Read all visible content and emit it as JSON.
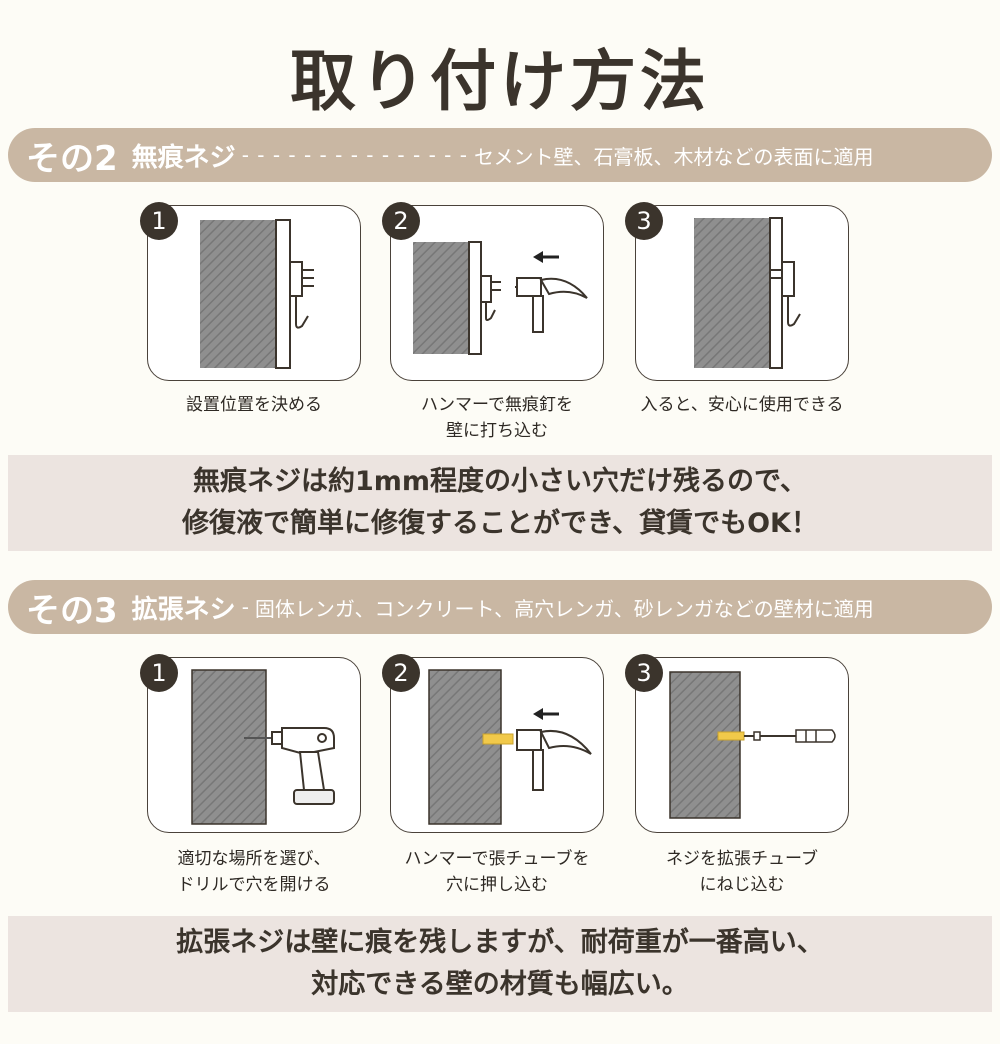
{
  "title": "取り付け方法",
  "section2": {
    "number": "その2",
    "name": "無痕ネジ",
    "separator": "- - - - - - - - - - - - - - -",
    "description": "セメント壁、石膏板、木材などの表面に適用",
    "steps": [
      {
        "badge": "1",
        "caption": "設置位置を決める",
        "caption2": ""
      },
      {
        "badge": "2",
        "caption": "ハンマーで無痕釘を",
        "caption2": "壁に打ち込む"
      },
      {
        "badge": "3",
        "caption": "入ると、安心に使用できる",
        "caption2": ""
      }
    ],
    "note_line1": "無痕ネジは約1mm程度の小さい穴だけ残るので、",
    "note_line2": "修復液で簡単に修復することができ、貸賃でもOK！"
  },
  "section3": {
    "number": "その3",
    "name": "拡張ネシ",
    "separator": "-",
    "description": "固体レンガ、コンクリート、高穴レンガ、砂レンガなどの壁材に適用",
    "steps": [
      {
        "badge": "1",
        "caption": "適切な場所を選び、",
        "caption2": "ドリルで穴を開ける"
      },
      {
        "badge": "2",
        "caption": "ハンマーで張チューブを",
        "caption2": "穴に押し込む"
      },
      {
        "badge": "3",
        "caption": "ネジを拡張チューブ",
        "caption2": "にねじ込む"
      }
    ],
    "note_line1": "拡張ネジは壁に痕を残しますが、耐荷重が一番高い、",
    "note_line2": "対応できる壁の材質も幅広い。"
  },
  "colors": {
    "band": "#c9b7a3",
    "note_bg": "#ece4e0",
    "text": "#3b342c",
    "wall": "#8e8e8e",
    "anchor": "#f1c94a"
  },
  "icons": [
    "wall-icon",
    "hook-icon",
    "hammer-icon",
    "arrow-left-icon",
    "drill-icon",
    "screwdriver-icon",
    "anchor-icon"
  ]
}
